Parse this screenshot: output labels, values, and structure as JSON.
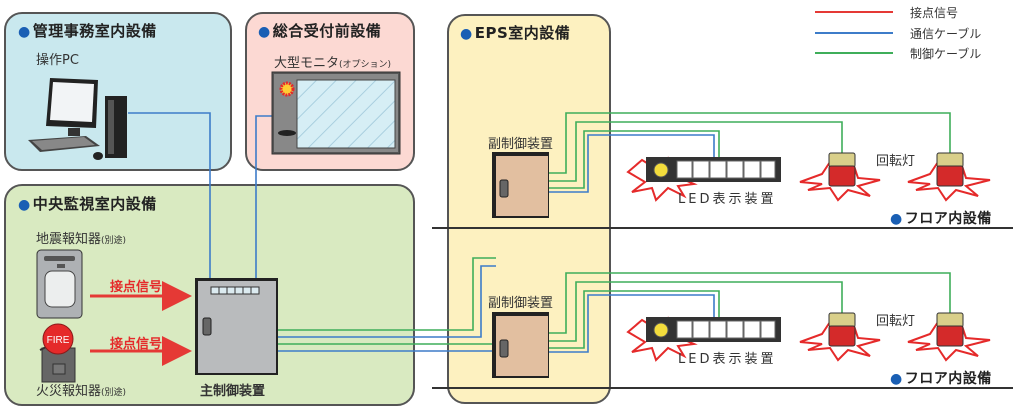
{
  "legend": {
    "items": [
      {
        "label": "接点信号",
        "color": "#e53935"
      },
      {
        "label": "通信ケーブル",
        "color": "#3d7cc9"
      },
      {
        "label": "制御ケーブル",
        "color": "#3fae5a"
      }
    ]
  },
  "zones": {
    "management": {
      "title": "管理事務室内設備",
      "device_label": "操作PC",
      "bg": "#c9e8ee"
    },
    "reception": {
      "title": "総合受付前設備",
      "device_label": "大型モニタ",
      "device_note": "(オプション)",
      "bg": "#fcd9d3"
    },
    "central": {
      "title": "中央監視室内設備",
      "bg": "#d9eac1",
      "earthquake_label": "地震報知器",
      "earthquake_note": "(別途)",
      "fire_label": "火災報知器",
      "fire_note": "(別途)",
      "fire_text": "FIRE",
      "signal_label_1": "接点信号",
      "signal_label_2": "接点信号",
      "main_controller_label": "主制御装置"
    },
    "eps": {
      "title": "EPS室内設備",
      "bg": "#fdf1c0",
      "sub_controller_label_1": "副制御装置",
      "sub_controller_label_2": "副制御装置"
    }
  },
  "floors": [
    {
      "led_label": "LED表示装置",
      "lamp_label": "回転灯",
      "floor_title": "フロア内設備"
    },
    {
      "led_label": "LED表示装置",
      "lamp_label": "回転灯",
      "floor_title": "フロア内設備"
    }
  ],
  "bullet": "●"
}
